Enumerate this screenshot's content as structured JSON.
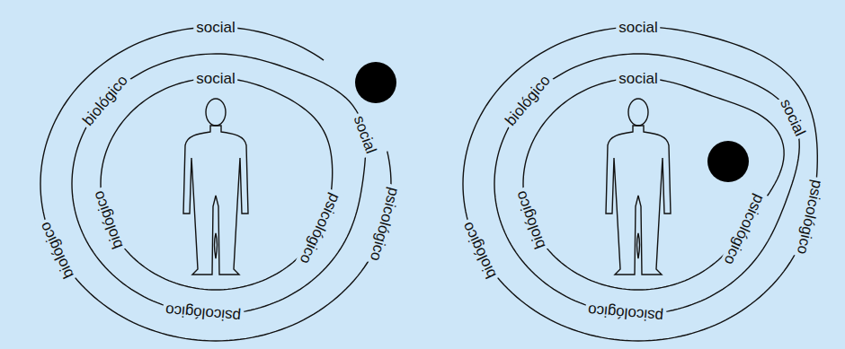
{
  "diagram": {
    "labels": [
      "social",
      "biológico",
      "social",
      "social",
      "psicológico",
      "psicológico",
      "biológico",
      "biológico",
      "psicológico",
      "social",
      "biológico",
      "social",
      "social",
      "psicológico",
      "psicológico",
      "biológico",
      "biológico",
      "psicológico"
    ]
  }
}
